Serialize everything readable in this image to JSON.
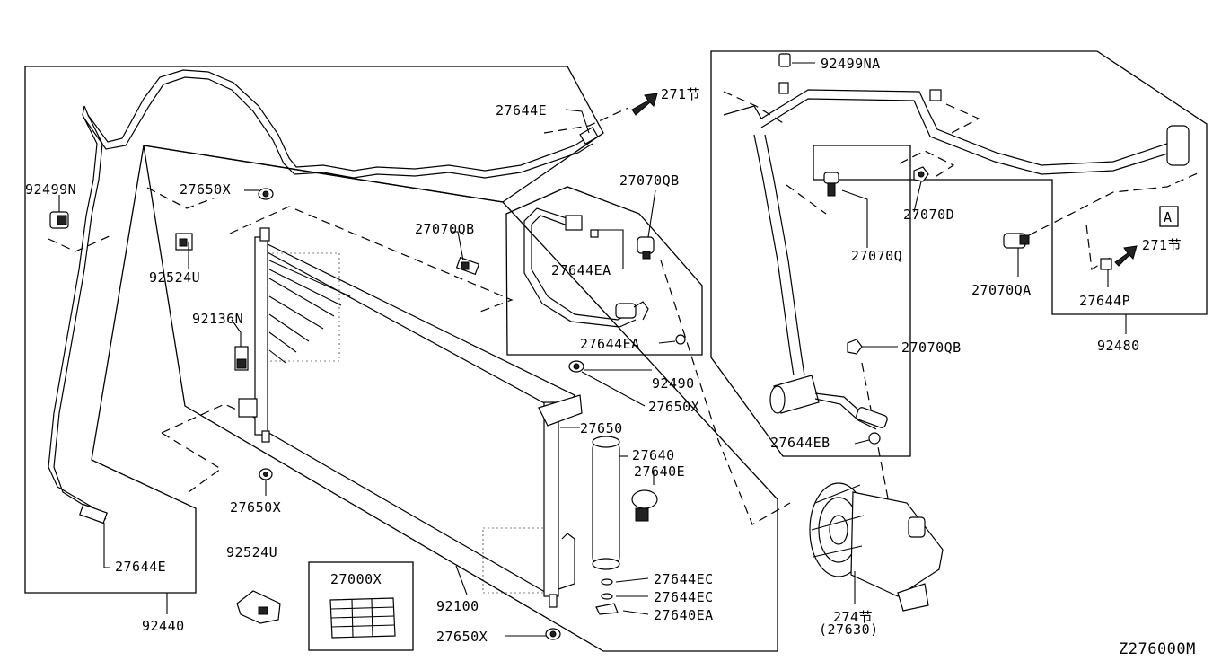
{
  "diagram_code": "Z276000M",
  "callouts": {
    "c92499N": "92499N",
    "c27644E_top": "27644E",
    "c271_top": "271节",
    "c27650X_a": "27650X",
    "c27070QB_a": "27070QB",
    "c27070QB_b": "27070QB",
    "c92524U_a": "92524U",
    "c27644EA_a": "27644EA",
    "c92136N": "92136N",
    "c27644EA_b": "27644EA",
    "c92490": "92490",
    "c27650X_b": "27650X",
    "c27650": "27650",
    "c27640": "27640",
    "c27640E": "27640E",
    "c27650X_c": "27650X",
    "c92524U_b": "92524U",
    "c27644E_bottom": "27644E",
    "c27000X": "27000X",
    "c92100": "92100",
    "c27644EC_a": "27644EC",
    "c27644EC_b": "27644EC",
    "c27640EA": "27640EA",
    "c27650X_d": "27650X",
    "c92440": "92440",
    "c92499NA": "92499NA",
    "c27070D": "27070D",
    "c27070Q": "27070Q",
    "c27070QA": "27070QA",
    "ref_A": "A",
    "c271_right": "271节",
    "c27644P": "27644P",
    "c92480": "92480",
    "c27070QB_c": "27070QB",
    "c27644EB": "27644EB",
    "c274": "274节",
    "c27630": "(27630)"
  },
  "colors": {
    "line": "#000000",
    "background": "#ffffff"
  }
}
